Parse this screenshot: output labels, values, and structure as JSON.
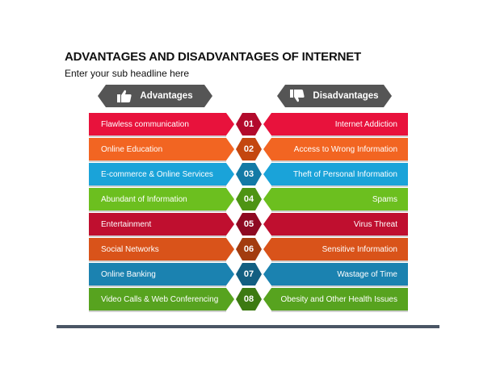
{
  "title": "ADVANTAGES AND DISADVANTAGES OF INTERNET",
  "subtitle": "Enter your sub headline here",
  "headers": {
    "advantages": {
      "label": "Advantages",
      "icon": "thumbs-up-icon",
      "color": "#555555"
    },
    "disadvantages": {
      "label": "Disadvantages",
      "icon": "thumbs-down-icon",
      "color": "#555555"
    }
  },
  "rows": [
    {
      "number": "01",
      "advantage": "Flawless communication",
      "disadvantage": "Internet Addiction",
      "color": "#e8123c",
      "hex_color": "#b30a2c"
    },
    {
      "number": "02",
      "advantage": "Online Education",
      "disadvantage": "Access to Wrong Information",
      "color": "#f26522",
      "hex_color": "#c4470f"
    },
    {
      "number": "03",
      "advantage": "E-commerce & Online Services",
      "disadvantage": "Theft of Personal Information",
      "color": "#1aa3d9",
      "hex_color": "#137aa6"
    },
    {
      "number": "04",
      "advantage": "Abundant of Information",
      "disadvantage": "Spams",
      "color": "#6cbf1f",
      "hex_color": "#4e9414"
    },
    {
      "number": "05",
      "advantage": "Entertainment",
      "disadvantage": "Virus Threat",
      "color": "#bf0f2f",
      "hex_color": "#8e0a22"
    },
    {
      "number": "06",
      "advantage": "Social Networks",
      "disadvantage": "Sensitive Information",
      "color": "#d9531a",
      "hex_color": "#a33c0f"
    },
    {
      "number": "07",
      "advantage": "Online Banking",
      "disadvantage": "Wastage of Time",
      "color": "#1b82b0",
      "hex_color": "#135f82"
    },
    {
      "number": "08",
      "advantage": "Video Calls & Web Conferencing",
      "disadvantage": "Obesity and Other Health Issues",
      "color": "#57a31f",
      "hex_color": "#3d7a12"
    }
  ],
  "footer_color": "#4a5665"
}
